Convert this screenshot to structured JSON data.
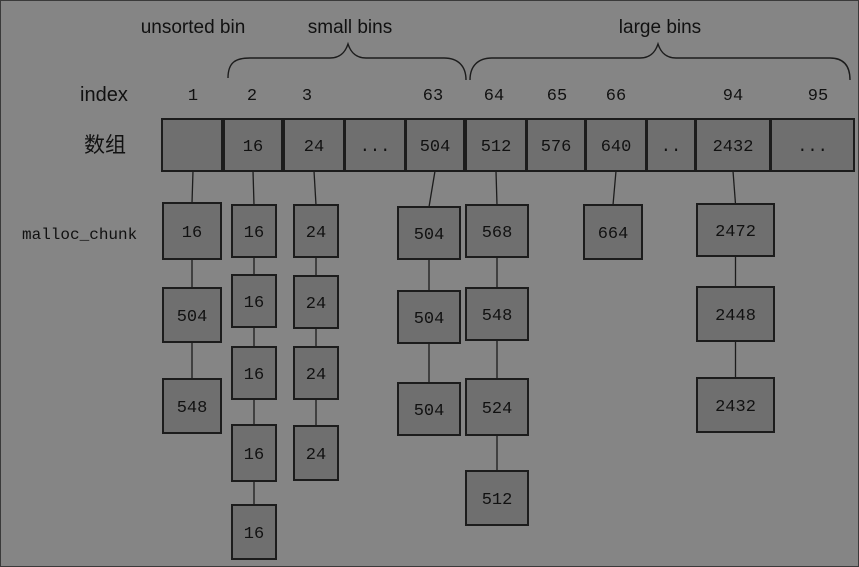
{
  "groups": {
    "unsorted": "unsorted bin",
    "small": "small bins",
    "large": "large bins"
  },
  "row_labels": {
    "index": "index",
    "array": "数组",
    "chunk": "malloc_chunk"
  },
  "indices": [
    "1",
    "2",
    "3",
    "63",
    "64",
    "65",
    "66",
    "94",
    "95"
  ],
  "array_cells": [
    "",
    "16",
    "24",
    "...",
    "504",
    "512",
    "576",
    "640",
    "..",
    "2432",
    "..."
  ],
  "chains": [
    {
      "bin": "1",
      "chunks": [
        "16",
        "504",
        "548"
      ]
    },
    {
      "bin": "2",
      "chunks": [
        "16",
        "16",
        "16",
        "16",
        "16"
      ]
    },
    {
      "bin": "3",
      "chunks": [
        "24",
        "24",
        "24",
        "24"
      ]
    },
    {
      "bin": "63",
      "chunks": [
        "504",
        "504",
        "504"
      ]
    },
    {
      "bin": "64",
      "chunks": [
        "568",
        "548",
        "524",
        "512"
      ]
    },
    {
      "bin": "66",
      "chunks": [
        "664"
      ]
    },
    {
      "bin": "94",
      "chunks": [
        "2472",
        "2448",
        "2432"
      ]
    }
  ]
}
